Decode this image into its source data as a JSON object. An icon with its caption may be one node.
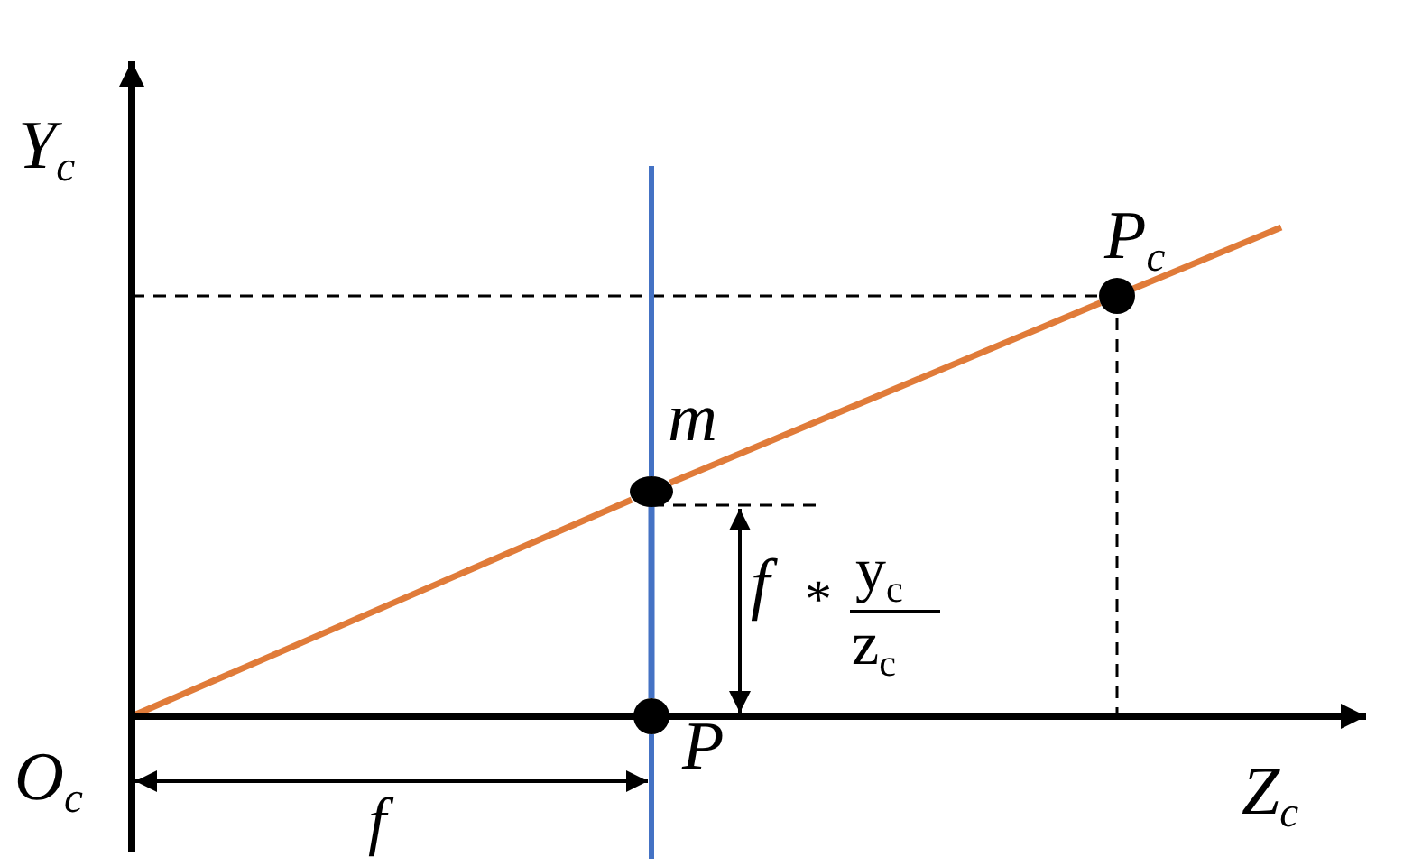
{
  "diagram": {
    "nodes": [
      {
        "text": [],
        "shape": "circle",
        "beside": [
          "P$_{c}$"
        ]
      },
      {
        "text": [],
        "shape": "circle",
        "beside": [
          "m"
        ]
      },
      {
        "text": [],
        "shape": "circle",
        "beside": [
          "P"
        ]
      }
    ],
    "edges": [
      {
        "from": 1,
        "to": 0,
        "arrow": "none",
        "color": "#e07b39"
      },
      {
        "from": 1,
        "to": 2,
        "arrow": "none",
        "color": "#4472c4"
      }
    ],
    "labels": [
      "Y$_{c}$",
      "f",
      "*",
      "y$_{c}$",
      "z$_{c}$",
      "O$_{c}$",
      "Z$_{c}$",
      "f"
    ]
  }
}
